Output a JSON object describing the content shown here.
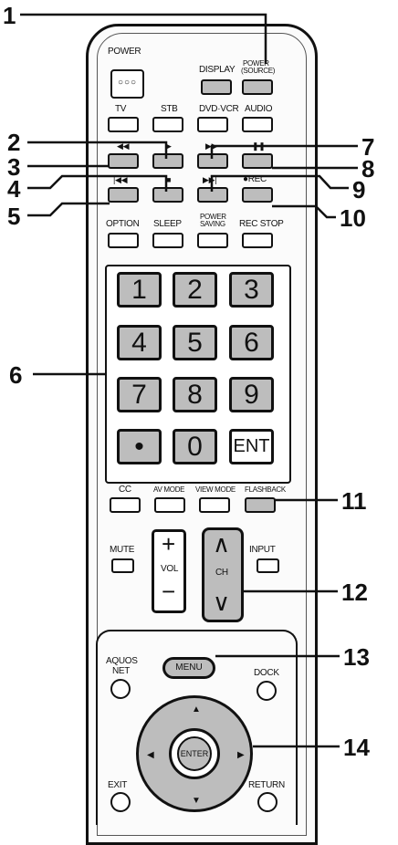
{
  "callouts": [
    "1",
    "2",
    "3",
    "4",
    "5",
    "6",
    "7",
    "8",
    "9",
    "10",
    "11",
    "12",
    "13",
    "14"
  ],
  "labels": {
    "power": "POWER",
    "display": "DISPLAY",
    "power_source_1": "POWER",
    "power_source_2": "(SOURCE)",
    "tv": "TV",
    "stb": "STB",
    "dvd_vcr": "DVD·VCR",
    "audio": "AUDIO",
    "rec": "●REC",
    "option": "OPTION",
    "sleep": "SLEEP",
    "power_saving_1": "POWER",
    "power_saving_2": "SAVING",
    "rec_stop": "REC STOP",
    "cc": "CC",
    "av_mode": "AV MODE",
    "view_mode": "VIEW MODE",
    "flashback": "FLASHBACK",
    "mute": "MUTE",
    "vol": "VOL",
    "ch": "CH",
    "input": "INPUT",
    "aquos_1": "AQUOS",
    "aquos_2": "NET",
    "menu": "MENU",
    "dock": "DOCK",
    "enter": "ENTER",
    "exit": "EXIT",
    "return": "RETURN"
  },
  "numpad": [
    "1",
    "2",
    "3",
    "4",
    "5",
    "6",
    "7",
    "8",
    "9",
    "•",
    "0"
  ],
  "ent": "ENT",
  "icons": {
    "rewind": "◀◀",
    "play": "▶",
    "fast_forward": "▶▶",
    "pause": "❚❚",
    "skip_back": "|◀◀",
    "stop": "■",
    "skip_forward": "▶▶|",
    "power_dots": "○○○",
    "plus": "+",
    "minus": "−",
    "up": "▲",
    "down": "▼",
    "left": "◀",
    "right": "▶",
    "ch_up": "∧",
    "ch_down": "∨"
  }
}
